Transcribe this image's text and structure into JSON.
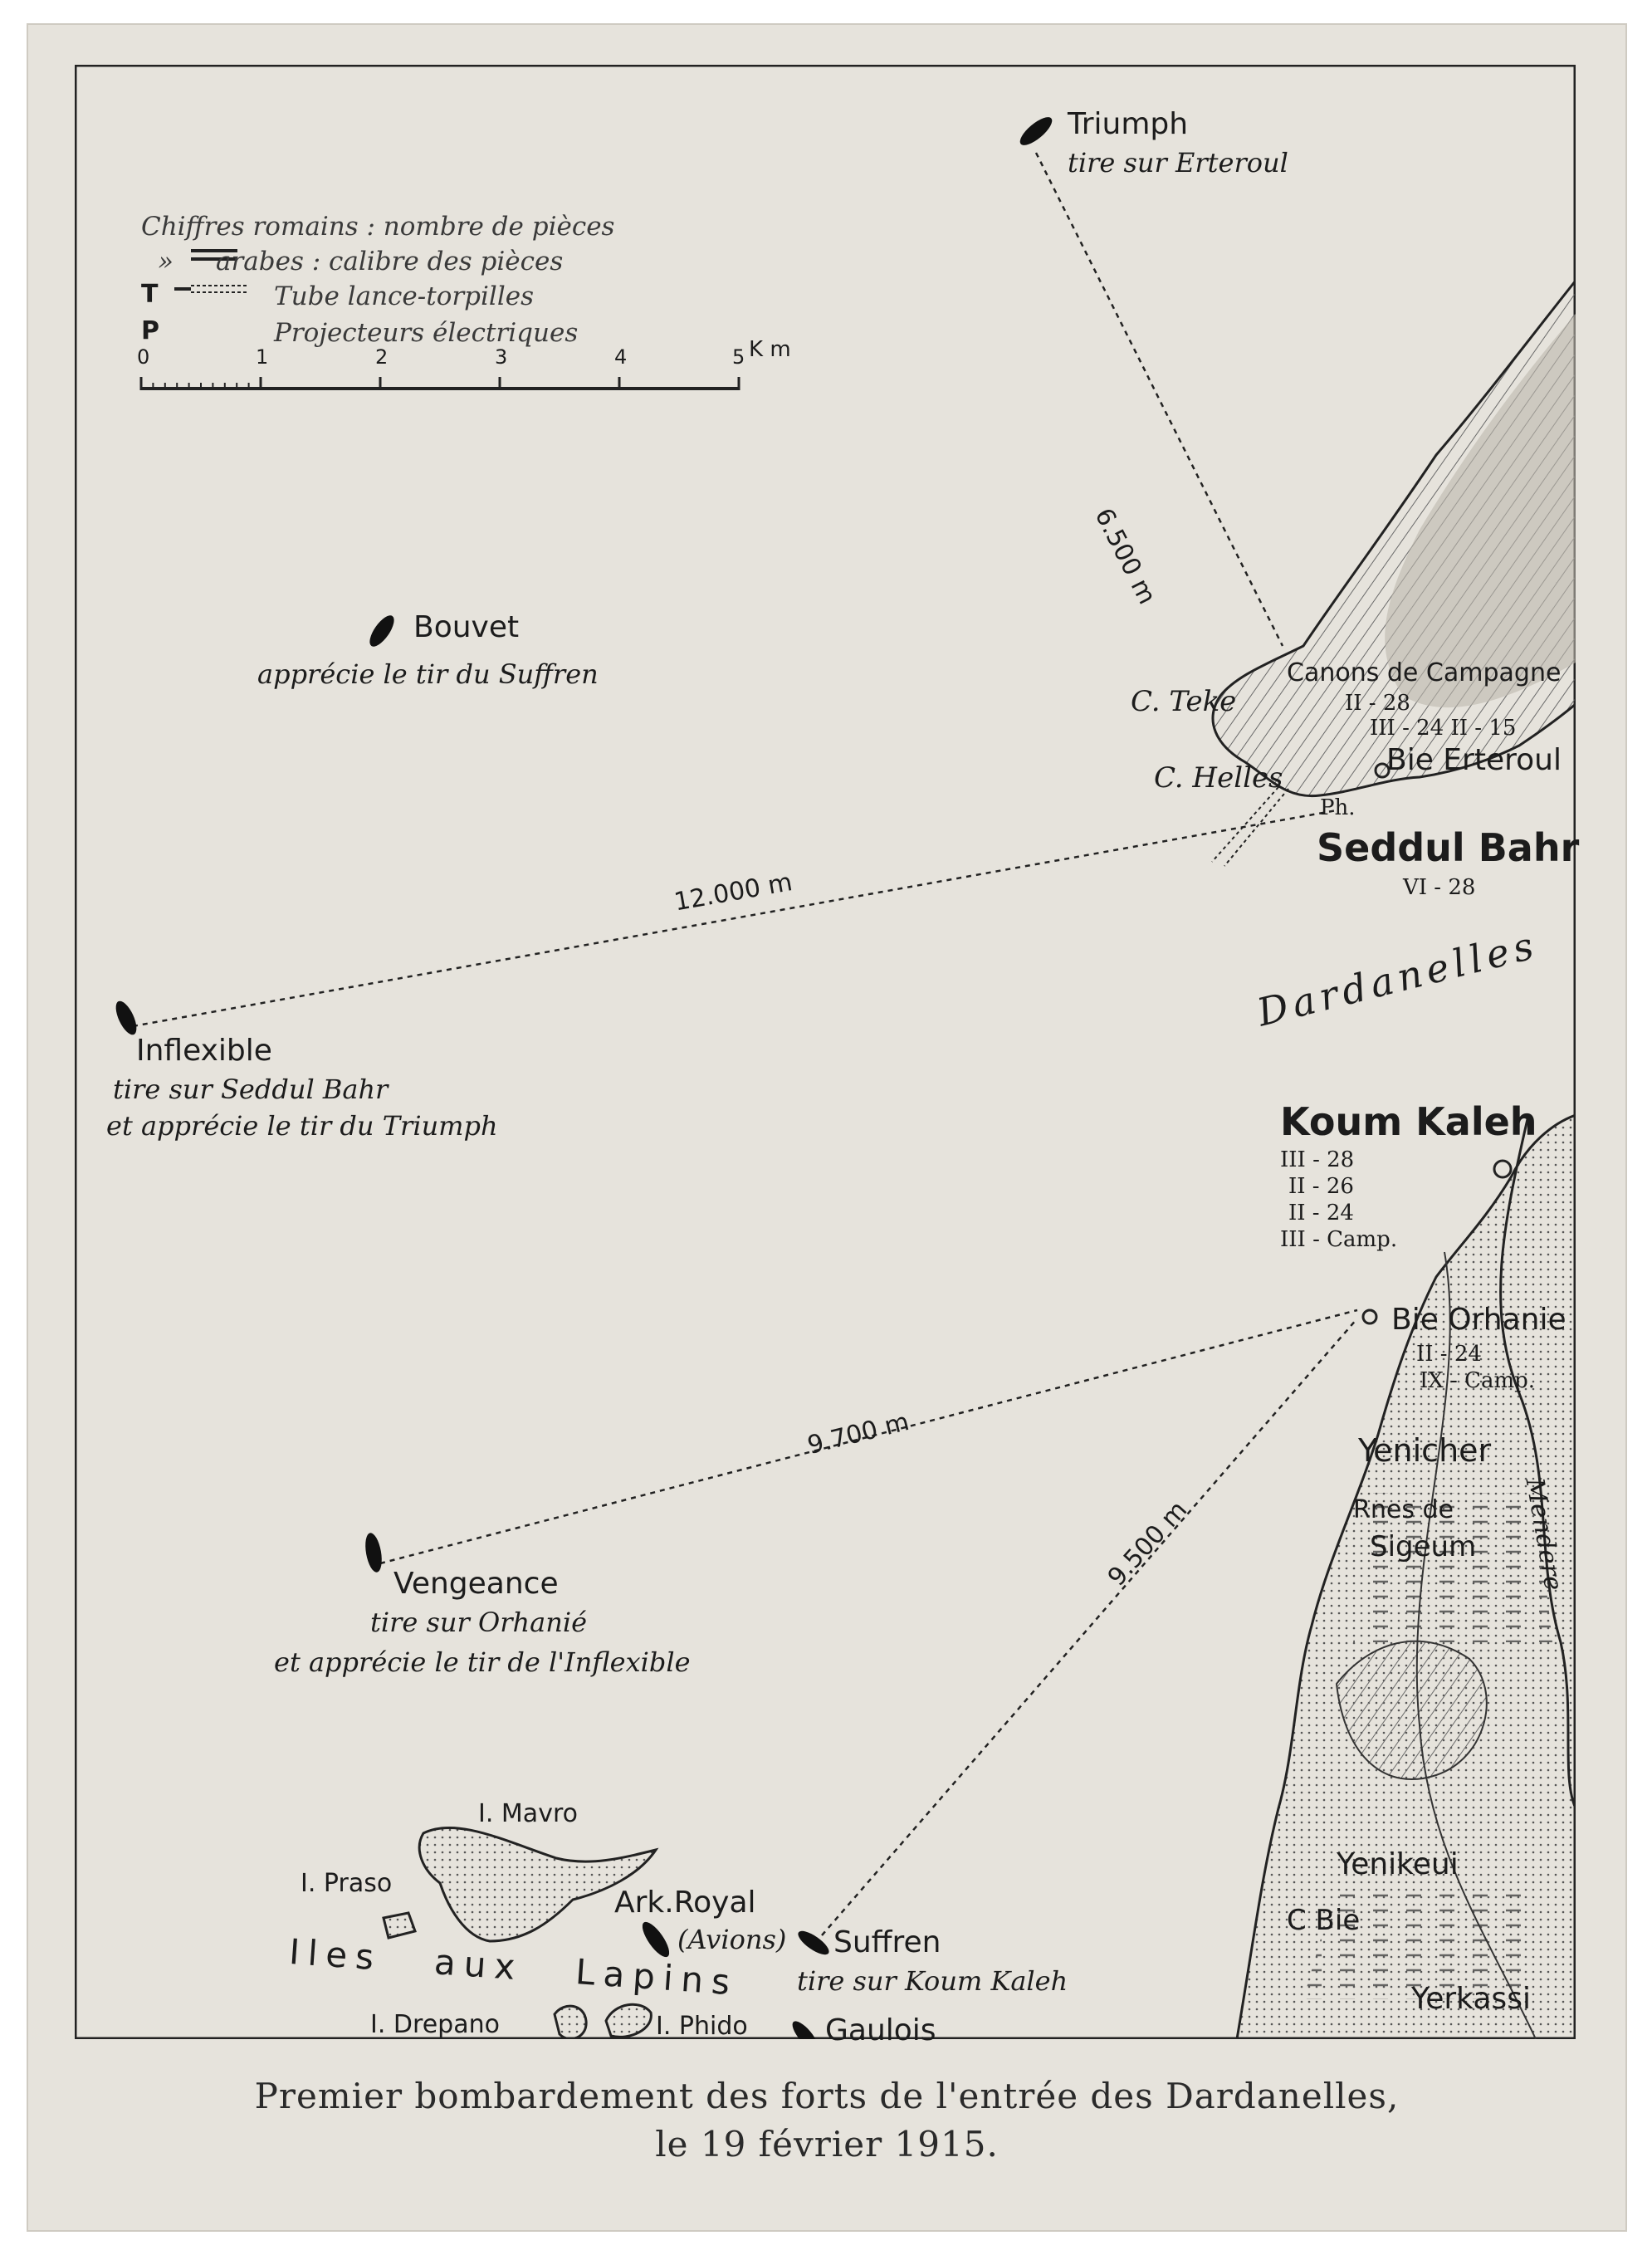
{
  "legend": {
    "line1": "Chiffres romains : nombre de pièces",
    "line2_mark": "»",
    "line2": "arabes  : calibre des pièces",
    "t_key": "T",
    "t_desc": "Tube lance-torpilles",
    "p_key": "P",
    "p_desc": "Projecteurs électriques"
  },
  "scale": {
    "ticks": [
      "0",
      "1",
      "2",
      "3",
      "4",
      "5"
    ],
    "unit": "K m"
  },
  "ships": {
    "triumph": {
      "name": "Triumph",
      "note": "tire sur Erteroul"
    },
    "bouvet": {
      "name": "Bouvet",
      "note": "apprécie le tir du Suffren"
    },
    "inflexible": {
      "name": "Inflexible",
      "note1": "tire sur Seddul Bahr",
      "note2": "et apprécie le tir du Triumph"
    },
    "vengeance": {
      "name": "Vengeance",
      "note1": "tire sur Orhanié",
      "note2": "et apprécie le tir de l'Inflexible"
    },
    "ark_royal": {
      "name": "Ark.Royal",
      "note": "(Avions)"
    },
    "suffren": {
      "name": "Suffren",
      "note": "tire sur Koum Kaleh"
    },
    "gaulois": {
      "name": "Gaulois"
    }
  },
  "distances": {
    "triumph": "6.500 m",
    "inflexible": "12.000 m",
    "vengeance": "9.700 m",
    "suffren": "9.500 m"
  },
  "places": {
    "c_teke": "C. Teke",
    "c_helles": "C. Helles",
    "canons": "Canons de Campagne",
    "canons_cal1": "II - 28",
    "canons_cal2": "III - 24  II - 15",
    "erteroul": "Bie Erteroul",
    "ph": "Ph.",
    "seddul_bahr": "Seddul Bahr",
    "seddul_cal": "VI - 28",
    "dardanelles": "Dardanelles",
    "koum_kaleh": "Koum Kaleh",
    "koum_cal1": "III - 28",
    "koum_cal2": "II - 26",
    "koum_cal3": "II - 24",
    "koum_cal4": "III - Camp.",
    "orhanie": "Bie Orhanie",
    "orhanie_cal1": "II - 24",
    "orhanie_cal2": "IX - Camp.",
    "yenicher": "Yenicher",
    "sigeum1": "Rnes de",
    "sigeum2": "Sigeum",
    "mendere": "Mendere",
    "yenikeui": "Yenikeui",
    "c_bie": "C Bie",
    "yerkassi": "Yerkassi",
    "i_mavro": "I. Mavro",
    "i_praso": "I. Praso",
    "iles_aux_lapins": "Iles aux Lapins",
    "i_drepano": "I. Drepano",
    "i_phido": "I. Phido"
  },
  "caption": {
    "line1": "Premier bombardement des forts de l'entrée des Dardanelles,",
    "line2": "le 19 février 1915."
  },
  "colors": {
    "ink": "#1c1c1c",
    "paper": "#e6e3dc",
    "land": "#cdc8bd"
  }
}
